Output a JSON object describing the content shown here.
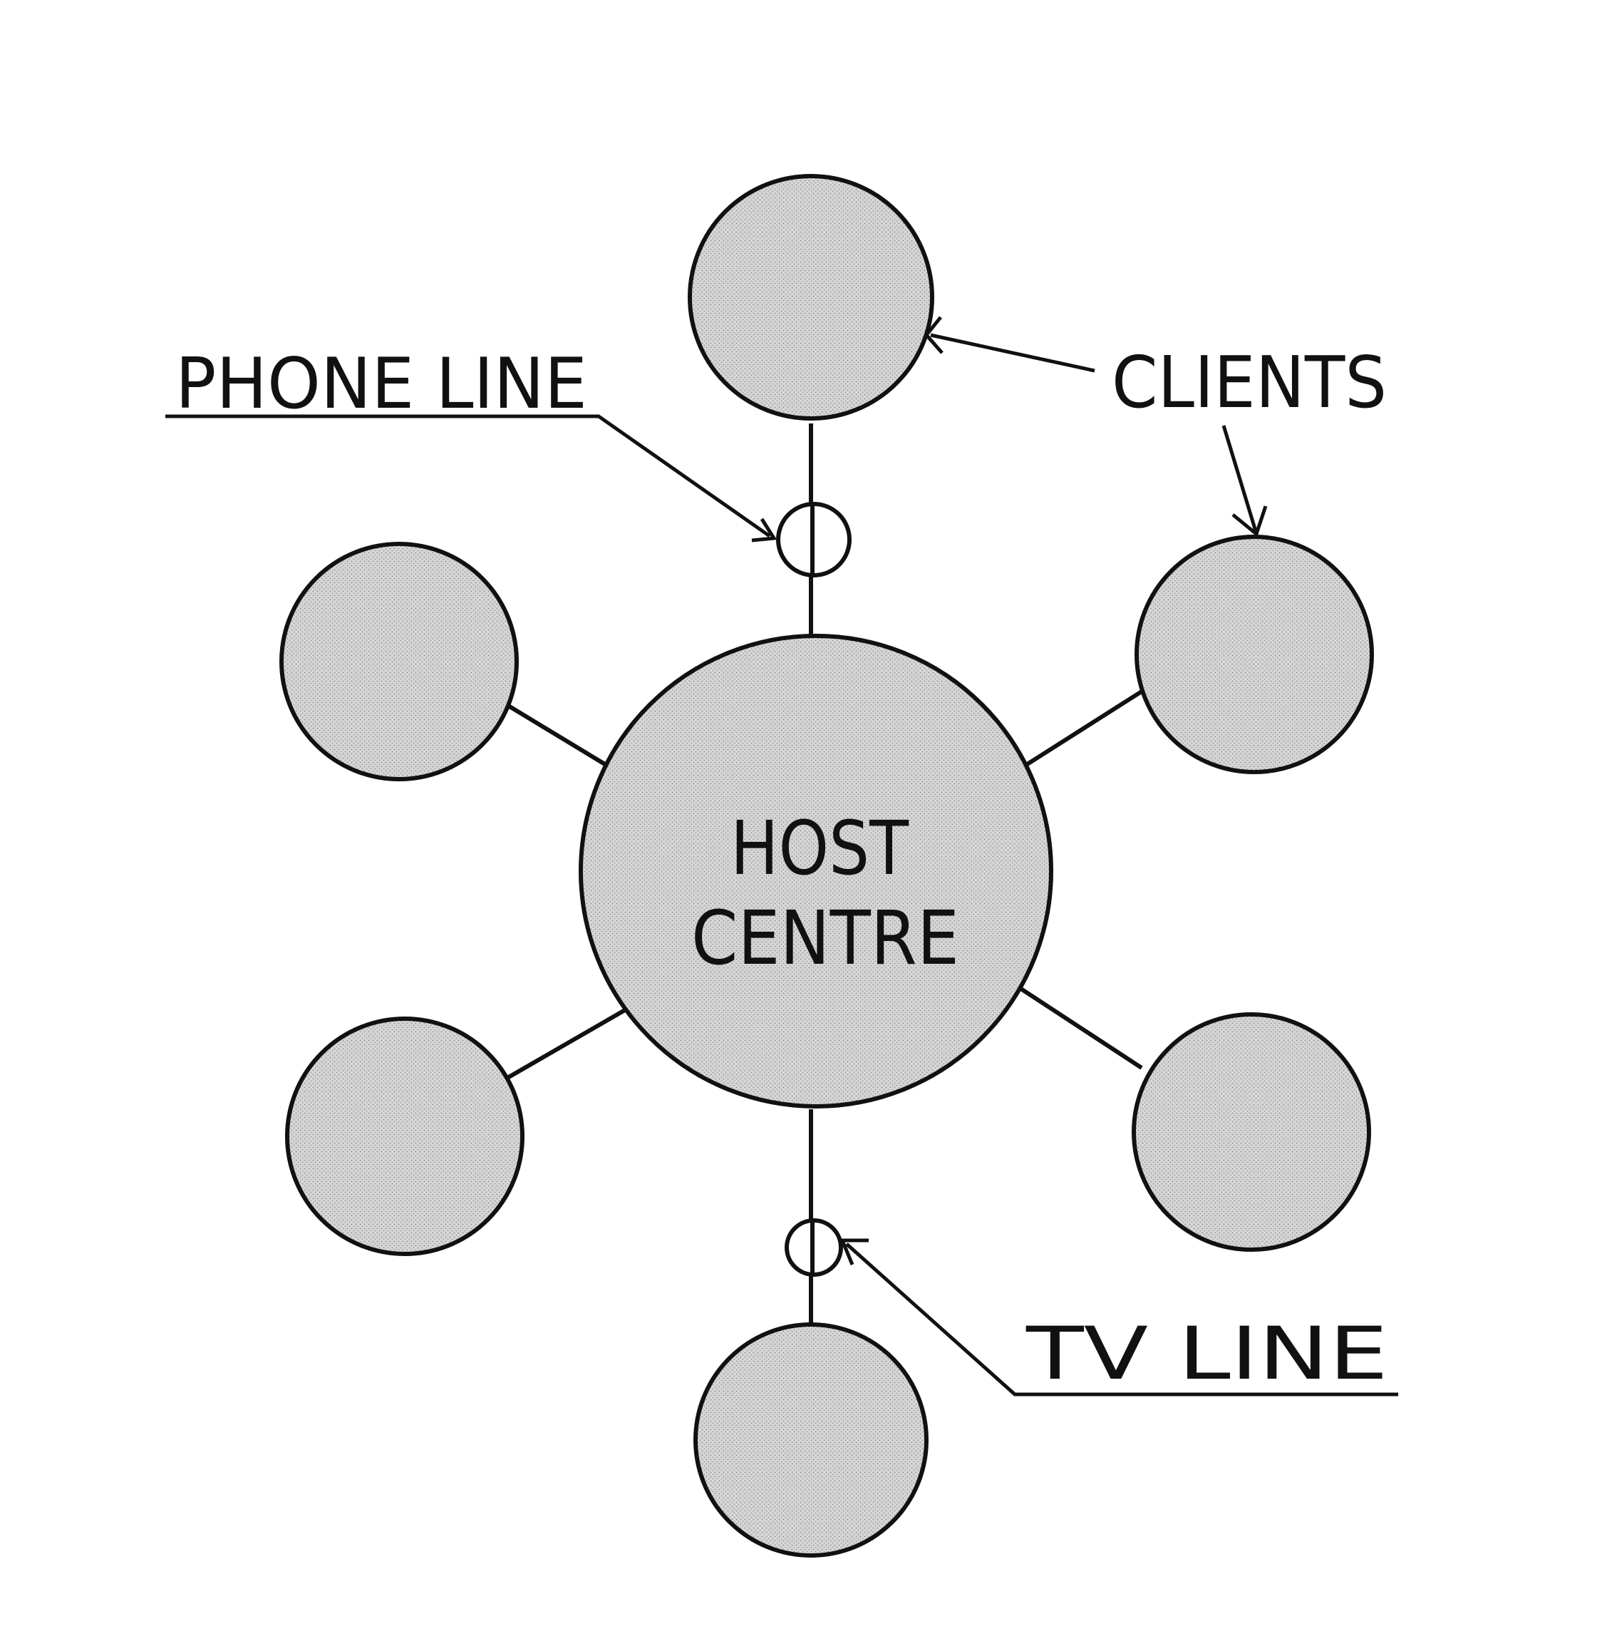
{
  "diagram": {
    "host_label_line1": "HOST",
    "host_label_line2": "CENTRE",
    "phone_line_label": "PHONE LINE",
    "clients_label": "CLIENTS",
    "tv_line_label": "TV LINE",
    "client_count": 6,
    "colors": {
      "stroke": "#111111",
      "node_fill": "#d2d2d2",
      "background": "#ffffff"
    }
  }
}
